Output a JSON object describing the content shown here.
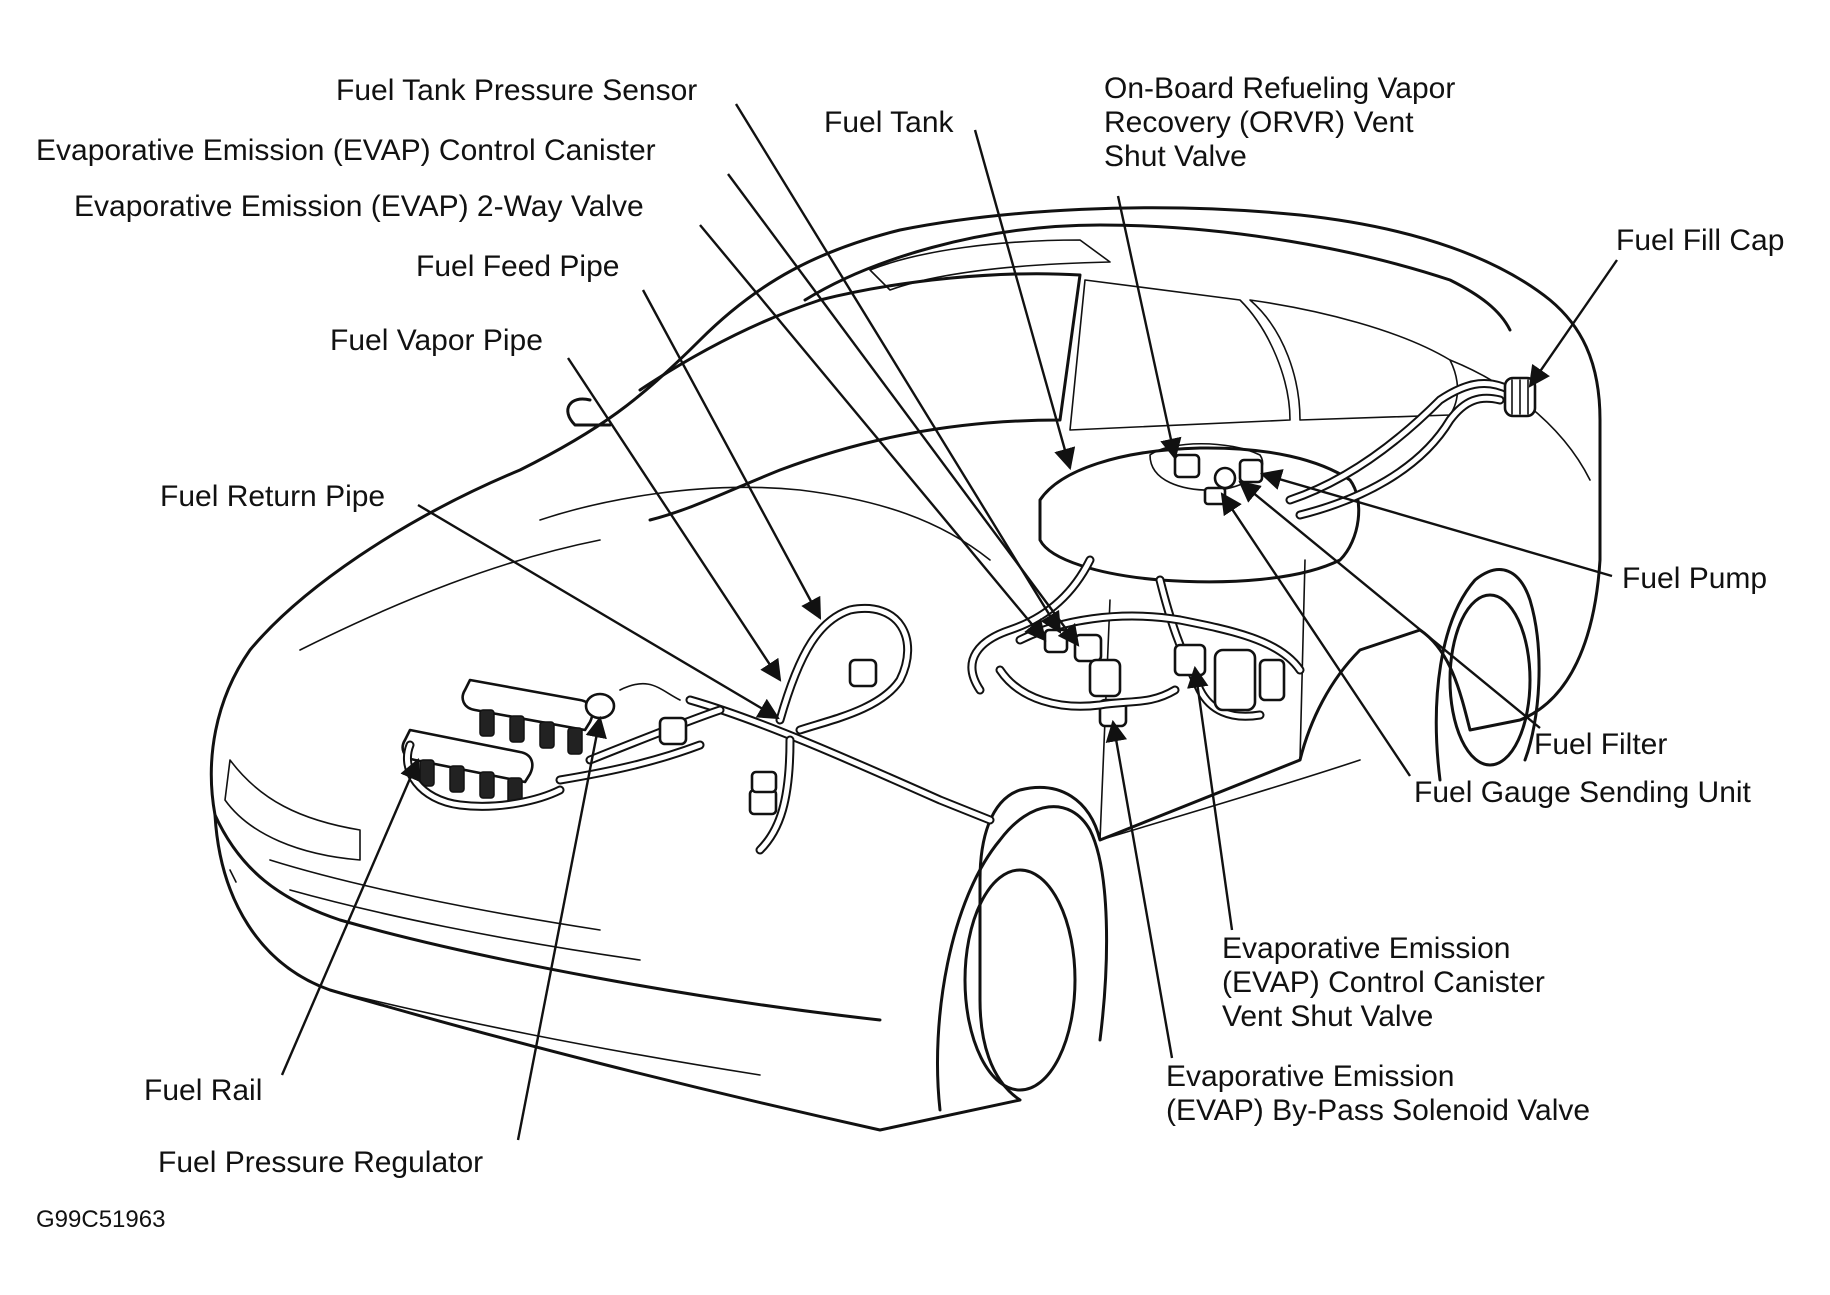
{
  "labels": {
    "fuel_tank_pressure_sensor": "Fuel Tank Pressure Sensor",
    "evap_control_canister": "Evaporative Emission (EVAP) Control Canister",
    "evap_2way_valve": "Evaporative Emission (EVAP) 2-Way Valve",
    "fuel_feed_pipe": "Fuel Feed Pipe",
    "fuel_vapor_pipe": "Fuel Vapor Pipe",
    "fuel_return_pipe": "Fuel Return Pipe",
    "fuel_tank": "Fuel Tank",
    "orvr_line1": "On-Board Refueling Vapor",
    "orvr_line2": "Recovery (ORVR) Vent",
    "orvr_line3": "Shut Valve",
    "fuel_fill_cap": "Fuel Fill Cap",
    "fuel_pump": "Fuel Pump",
    "fuel_filter": "Fuel Filter",
    "fuel_gauge_sending_unit": "Fuel Gauge Sending Unit",
    "vent_shut_line1": "Evaporative Emission",
    "vent_shut_line2": "(EVAP) Control Canister",
    "vent_shut_line3": "Vent Shut Valve",
    "bypass_line1": "Evaporative Emission",
    "bypass_line2": "(EVAP) By-Pass Solenoid Valve",
    "fuel_rail": "Fuel Rail",
    "fuel_pressure_regulator": "Fuel Pressure Regulator"
  },
  "figure_code": "G99C51963"
}
